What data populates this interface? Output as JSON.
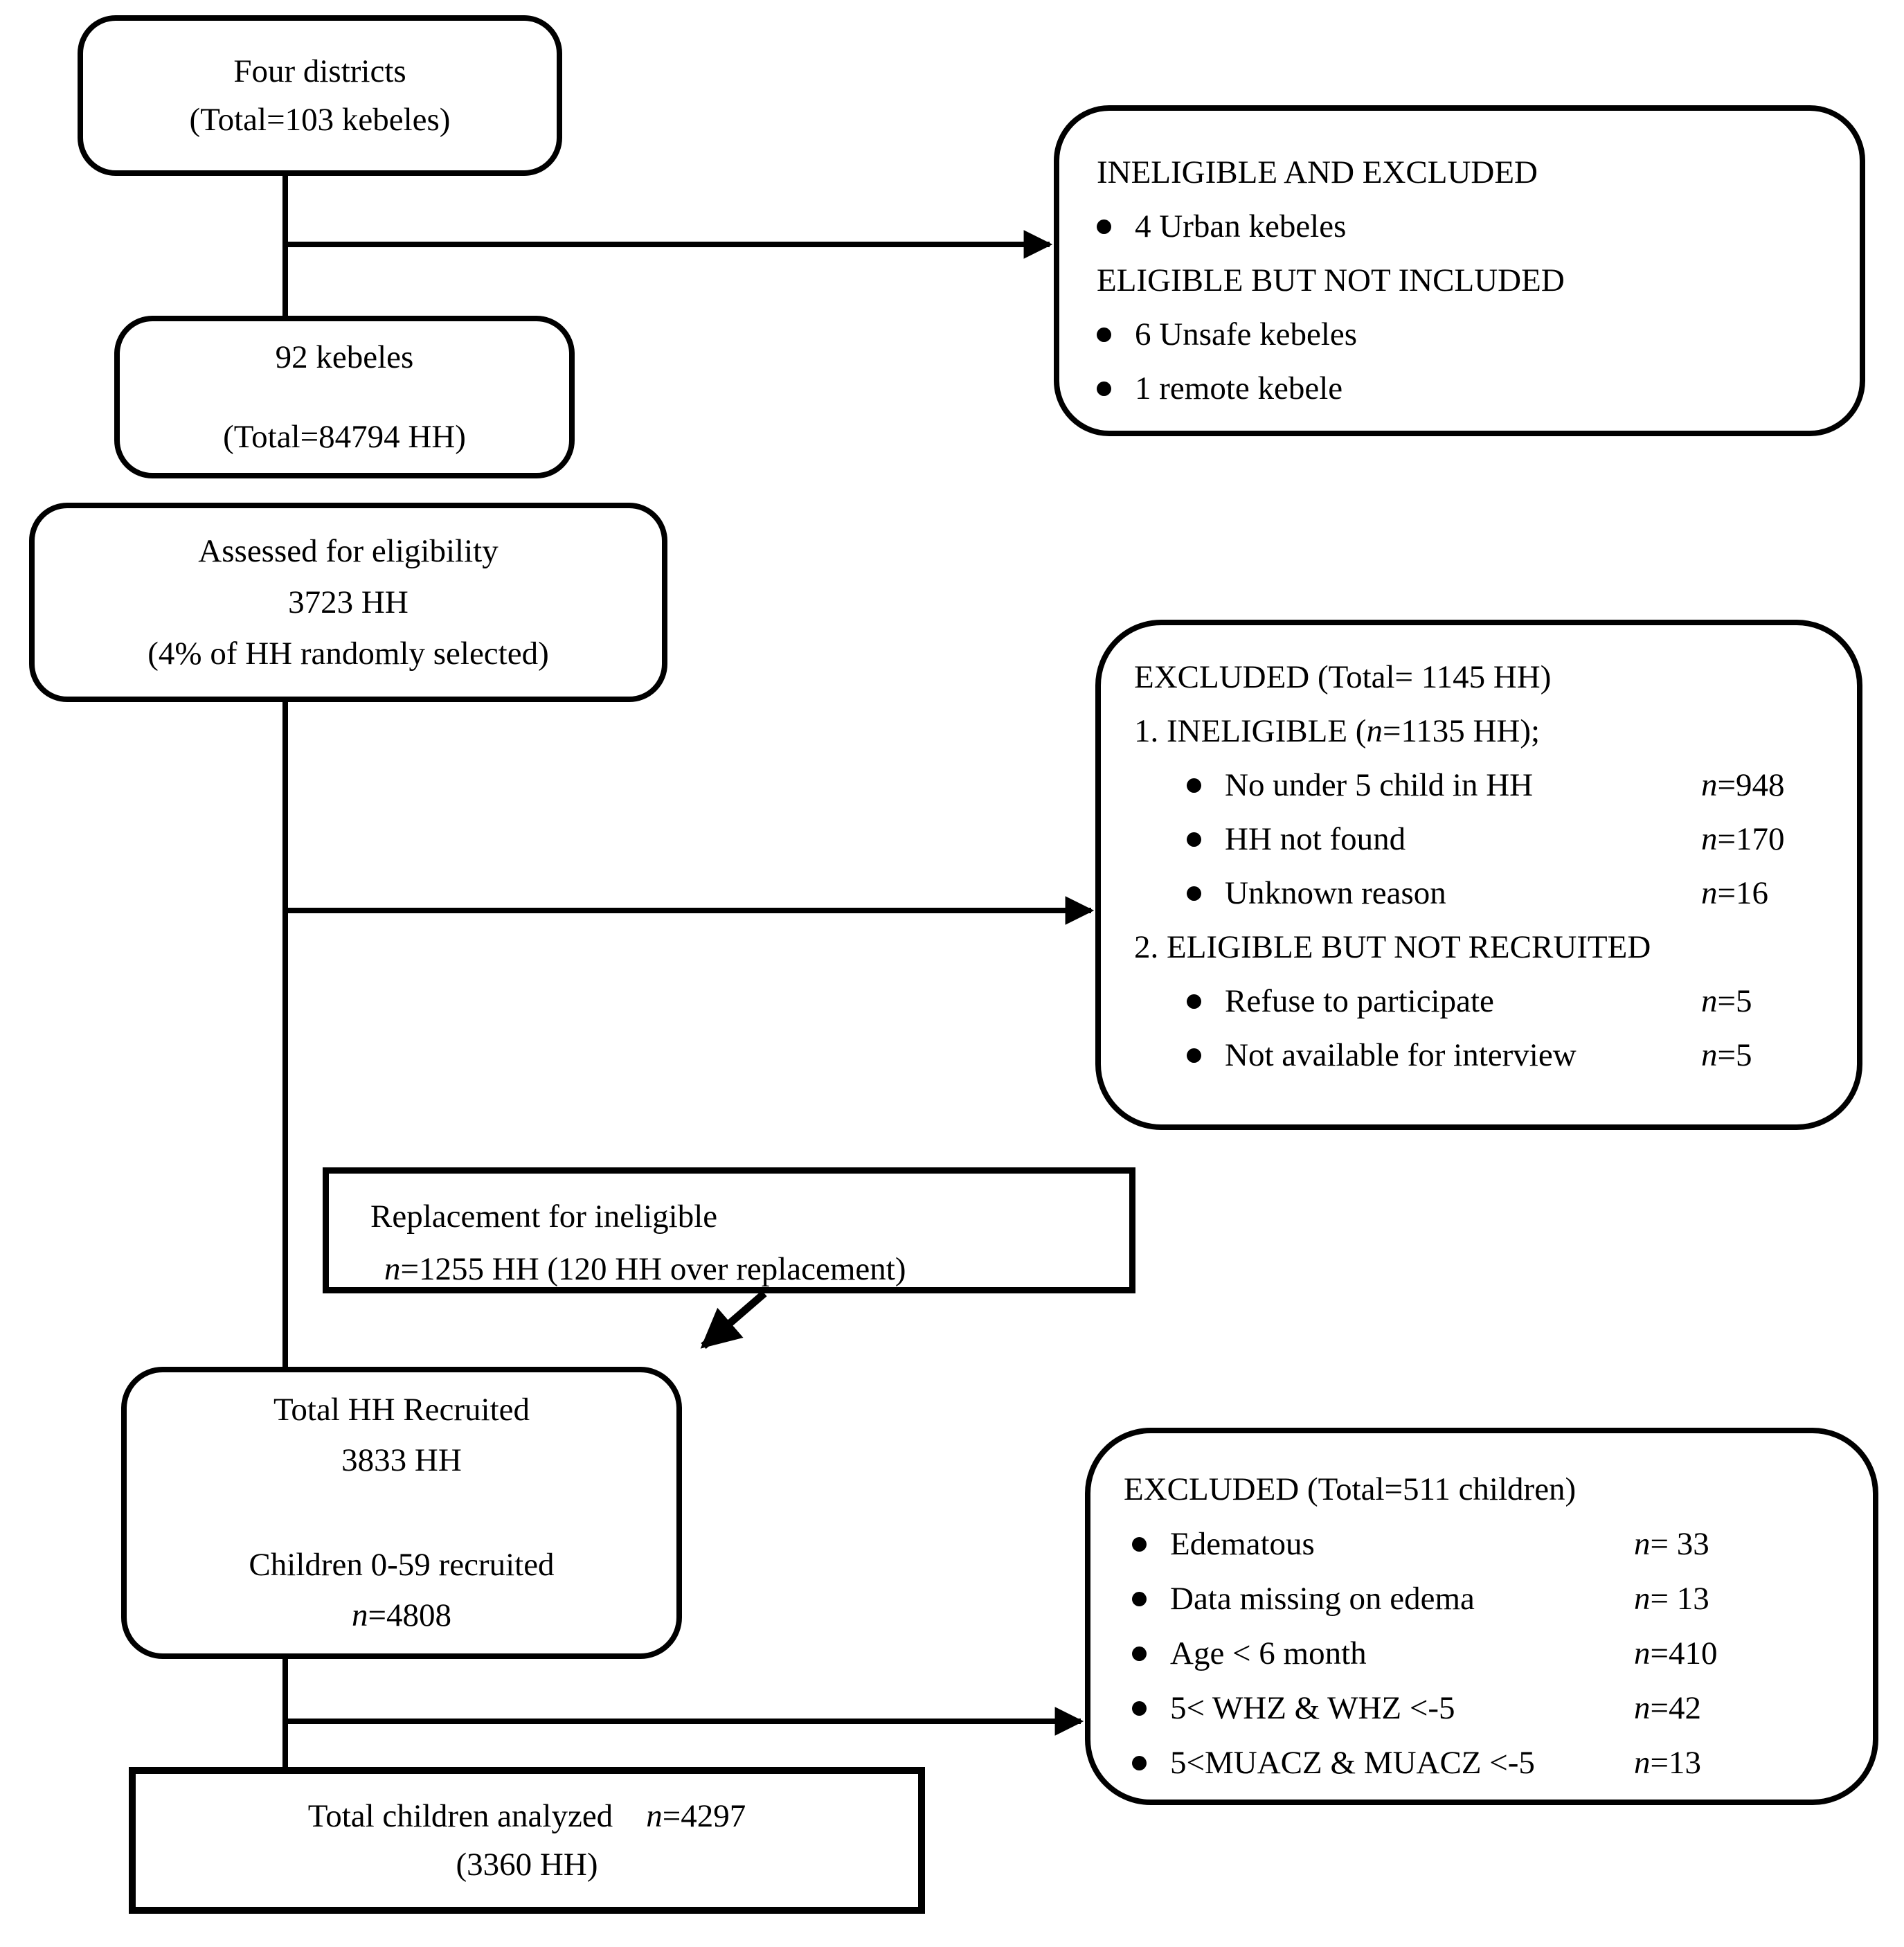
{
  "boxes": {
    "four_districts": {
      "line1": "Four districts",
      "line2": "(Total=103 kebeles)"
    },
    "kebeles92": {
      "line1": "92 kebeles",
      "line2": "(Total=84794 HH)"
    },
    "assessed": {
      "line1": "Assessed for eligibility",
      "line2": "3723 HH",
      "line3": "(4% of HH randomly selected)"
    },
    "replacement": {
      "line1": "Replacement for ineligible",
      "line2_n": "n=1255 HH (120 HH over replacement)"
    },
    "recruited": {
      "line1": "Total HH Recruited",
      "line2": "3833 HH",
      "line3": "Children 0-59 recruited",
      "line4_n": "n=4808"
    },
    "analyzed": {
      "line1": "Total children analyzed",
      "line1_n": "n=4297",
      "line2": "(3360 HH)"
    }
  },
  "side_boxes": {
    "ineligible_excluded": {
      "header1": "INELIGIBLE AND EXCLUDED",
      "bullet1": "4 Urban kebeles",
      "header2": "ELIGIBLE BUT NOT INCLUDED",
      "bullet2": "6 Unsafe kebeles",
      "bullet3": "1 remote kebele"
    },
    "excluded_hh": {
      "title": "EXCLUDED (Total= 1145 HH)",
      "section1_pre": "1. INELIGIBLE (",
      "section1_n": "n=1135 HH);",
      "items1": [
        {
          "label": "No under 5 child in HH",
          "n": "n=948"
        },
        {
          "label": "HH not found",
          "n": "n=170"
        },
        {
          "label": "Unknown reason",
          "n": "n=16"
        }
      ],
      "section2": "2. ELIGIBLE BUT NOT RECRUITED",
      "items2": [
        {
          "label": "Refuse to participate",
          "n": "n=5"
        },
        {
          "label": "Not available for interview",
          "n": "n=5"
        }
      ]
    },
    "excluded_children": {
      "title": "EXCLUDED (Total=511 children)",
      "items": [
        {
          "label": "Edematous",
          "n": "n= 33"
        },
        {
          "label": "Data missing on edema",
          "n": "n= 13"
        },
        {
          "label": "Age < 6 month",
          "n": "n=410"
        },
        {
          "label": "5< WHZ & WHZ <-5",
          "n": "n=42"
        },
        {
          "label": "5<MUACZ & MUACZ <-5",
          "n": "n=13"
        }
      ]
    }
  },
  "colors": {
    "line": "#000000",
    "background": "#ffffff"
  }
}
